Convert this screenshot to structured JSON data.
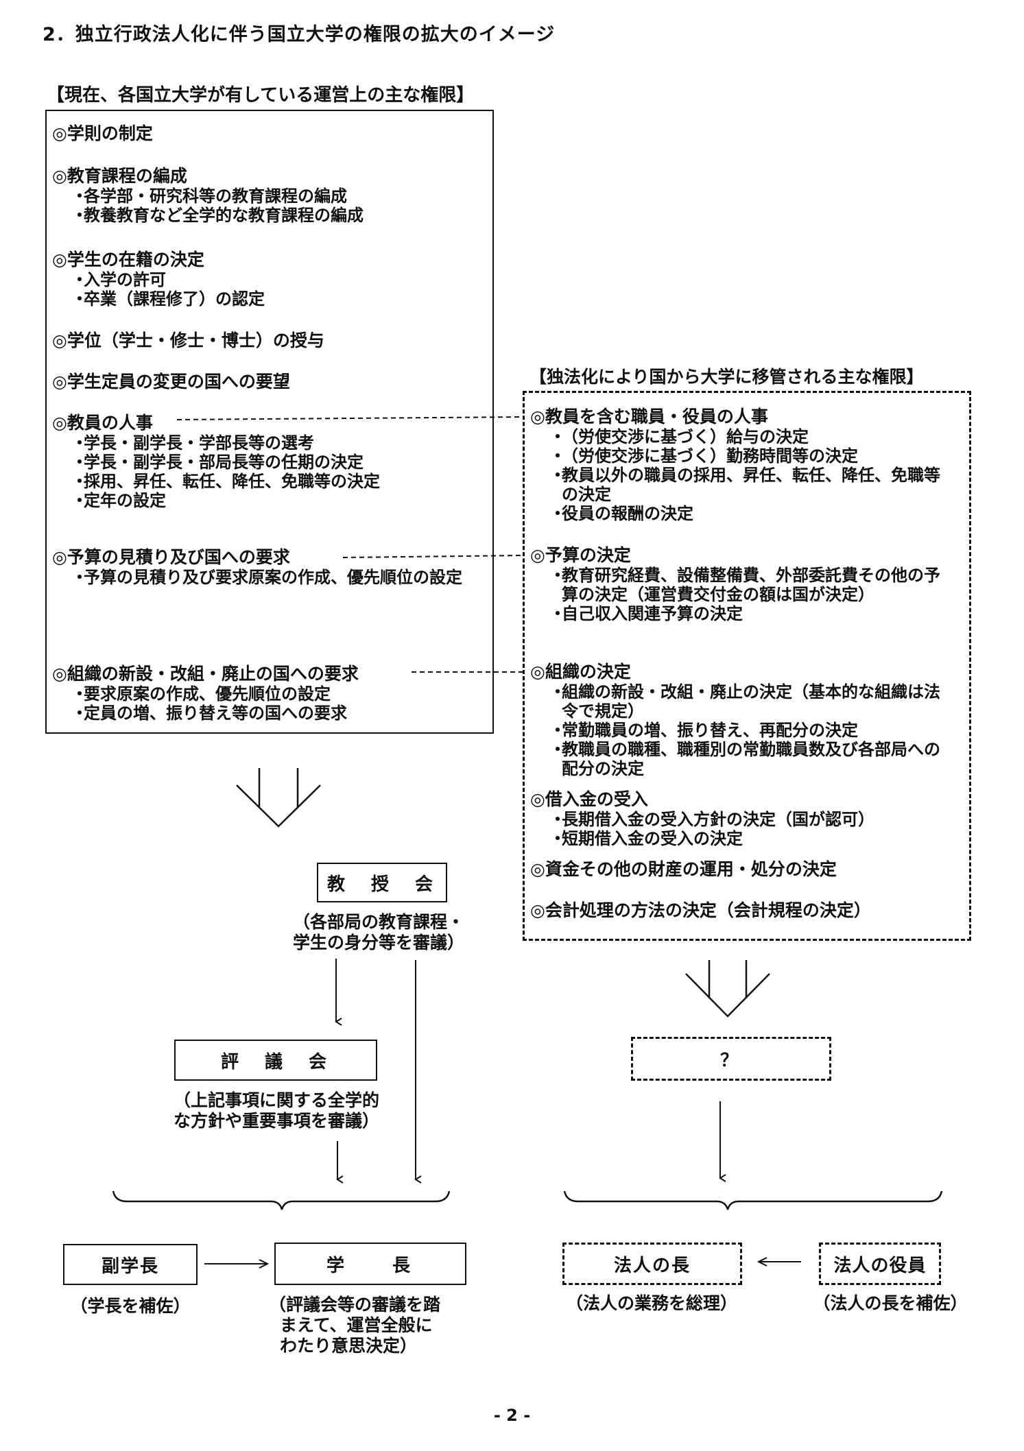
{
  "title": "2．独立行政法人化に伴う国立大学の権限の拡大のイメージ",
  "current": {
    "heading": "【現在、各国立大学が有している運営上の主な権限】",
    "sections": [
      {
        "title": "◎学則の制定",
        "items": []
      },
      {
        "title": "◎教育課程の編成",
        "items": [
          "各学部・研究科等の教育課程の編成",
          "教養教育など全学的な教育課程の編成"
        ]
      },
      {
        "title": "◎学生の在籍の決定",
        "items": [
          "入学の許可",
          "卒業（課程修了）の認定"
        ]
      },
      {
        "title": "◎学位（学士・修士・博士）の授与",
        "items": []
      },
      {
        "title": "◎学生定員の変更の国への要望",
        "items": []
      },
      {
        "title": "◎教員の人事",
        "items": [
          "学長・副学長・学部長等の選考",
          "学長・副学長・部局長等の任期の決定",
          "採用、昇任、転任、降任、免職等の決定",
          "定年の設定"
        ]
      },
      {
        "title": "◎予算の見積り及び国への要求",
        "items": [
          "予算の見積り及び要求原案の作成、優先順位の設定"
        ]
      },
      {
        "title": "◎組織の新設・改組・廃止の国への要求",
        "items": [
          "要求原案の作成、優先順位の設定",
          "定員の増、振り替え等の国への要求"
        ]
      }
    ]
  },
  "transferred": {
    "heading": "【独法化により国から大学に移管される主な権限】",
    "sections": [
      {
        "title": "◎教員を含む職員・役員の人事",
        "items": [
          "（労使交渉に基づく）給与の決定",
          "（労使交渉に基づく）勤務時間等の決定",
          "教員以外の職員の採用、昇任、転任、降任、免職等の決定",
          "役員の報酬の決定"
        ]
      },
      {
        "title": "◎予算の決定",
        "items": [
          "教育研究経費、設備整備費、外部委託費その他の予算の決定（運営費交付金の額は国が決定）",
          "自己収入関連予算の決定"
        ]
      },
      {
        "title": "◎組織の決定",
        "items": [
          "組織の新設・改組・廃止の決定（基本的な組織は法令で規定）",
          "常勤職員の増、振り替え、再配分の決定",
          "教職員の職種、職種別の常勤職員数及び各部局への配分の決定"
        ]
      },
      {
        "title": "◎借入金の受入",
        "items": [
          "長期借入金の受入方針の決定（国が認可）",
          "短期借入金の受入の決定"
        ]
      },
      {
        "title": "◎資金その他の財産の運用・処分の決定",
        "items": []
      },
      {
        "title": "◎会計処理の方法の決定（会計規程の決定）",
        "items": []
      }
    ]
  },
  "flow_left": {
    "faculty_council": "教　授　会",
    "faculty_council_note": [
      "（各部局の教育課程・",
      "学生の身分等を審議）"
    ],
    "senate": "評　議　会",
    "senate_note": [
      "（上記事項に関する全学的",
      "な方針や重要事項を審議）"
    ],
    "vice_president": "副学長",
    "vice_president_note": "（学長を補佐）",
    "president": "学　　長",
    "president_note": [
      "（評議会等の審議を踏",
      "まえて、運営全般に",
      "わたり意思決定）"
    ]
  },
  "flow_right": {
    "unknown": "？",
    "corp_head": "法人の長",
    "corp_head_note": "（法人の業務を総理）",
    "corp_officer": "法人の役員",
    "corp_officer_note": "（法人の長を補佐）"
  },
  "page_number": "- 2 -"
}
